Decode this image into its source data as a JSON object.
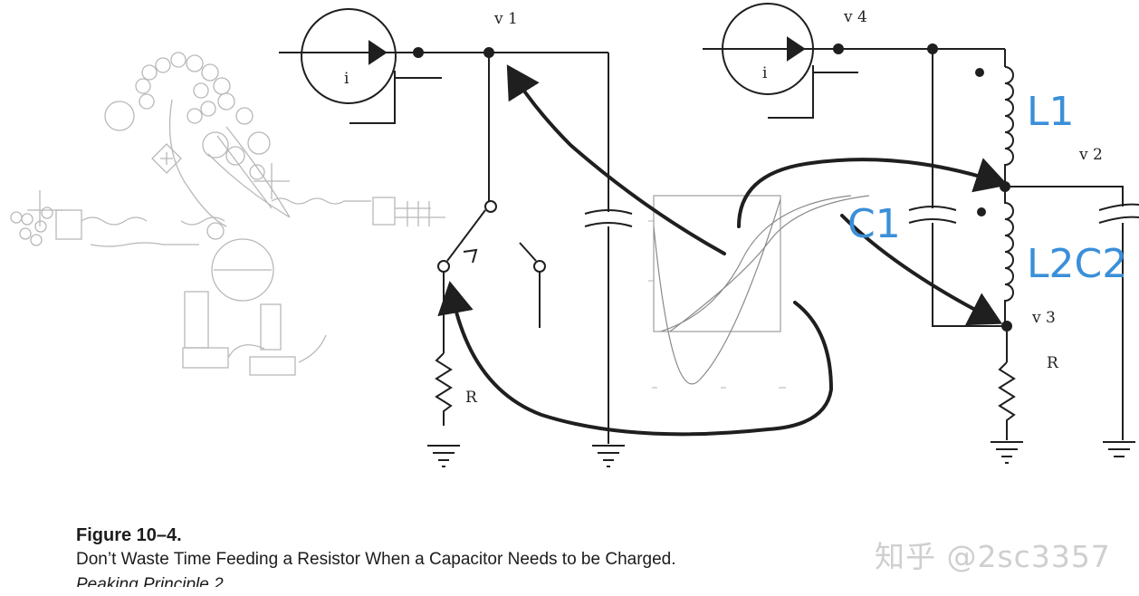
{
  "labels": {
    "v1": "v 1",
    "v4": "v 4",
    "v2": "v 2",
    "v3": "v 3",
    "i_left": "i",
    "i_right": "i",
    "r_left": "R",
    "r_right": "R"
  },
  "annotations": {
    "L1": "L1",
    "C1": "C1",
    "L2C2": "L2C2"
  },
  "caption": {
    "figure": "Figure 10–4.",
    "text": "Don’t Waste Time Feeding a Resistor When a Capacitor Needs to be Charged.",
    "subtitle": "Peaking Principle 2"
  },
  "watermark": "知乎 @2sc3357",
  "colors": {
    "ink": "#1f1f1f",
    "annotation": "#3a8fd9",
    "faint": "#b8b8b8"
  }
}
